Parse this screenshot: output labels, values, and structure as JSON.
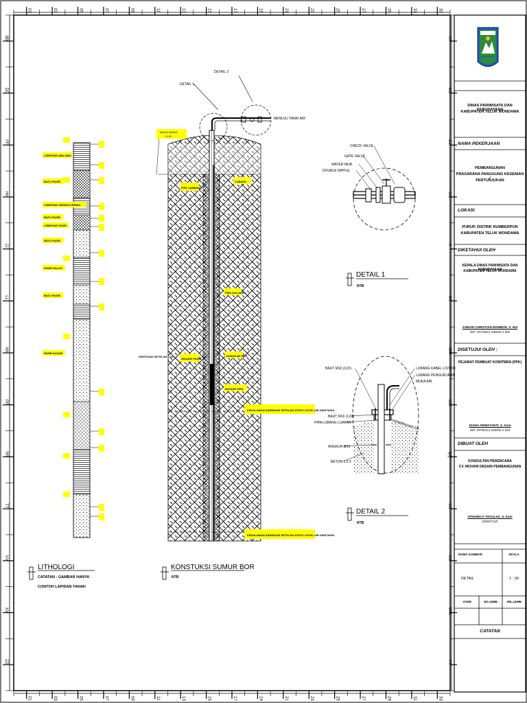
{
  "ruler": {
    "top": [
      "01",
      "03",
      "05",
      "07",
      "09",
      "11",
      "13",
      "15",
      "17",
      "19",
      "21",
      "23",
      "25",
      "27",
      "29",
      "31",
      "33"
    ],
    "left": [
      "BB",
      "DD",
      "FF",
      "HH",
      "JJ",
      "LL",
      "NN",
      "PP",
      "RR",
      "TT",
      "VV",
      "XX",
      "ZZ"
    ],
    "right": [
      "AA",
      "CC",
      "EE",
      "GG",
      "II",
      "KK",
      "MM",
      "OO",
      "QQ",
      "SS",
      "UU",
      "WW",
      "YY"
    ]
  },
  "lithologi": {
    "title": "LITHOLOGI",
    "note_line1": "CATATAN : GAMBAR HANYA",
    "note_line2": "CONTOH LAPISAN TANAH",
    "labels": [
      "LEMPUNG ABU-ABU",
      "BATU PASIR",
      "LEMPUNG SISIPAN KERIKIL",
      "BATU PASIR",
      "LEMPUNG PASIR",
      "BATU PASIR",
      "PASIR HALUS",
      "BATU PASIR",
      "PASIR KASAR"
    ]
  },
  "konstruksi": {
    "title": "KONSTUKSI SUMUR BOR",
    "ntb": "NTB",
    "detail1_label": "DETAIL 1",
    "detail2_label": "DETAIL 2",
    "menuju": "MENUJU TANKI AIR",
    "callouts": [
      "PIPA JAMBANG",
      "LUBANG",
      "PIPA GALVANIS",
      "DIKASIH PASIR",
      "DUDUKAN PIPA",
      "BATANG PIPA"
    ],
    "note1": "KEDALAMAN SARINGAN SETELAH STATIC LEVEL AIR DIKETAHUI",
    "note2": "KEDALAMAN SARINGAN SETELAH STATIC LEVEL AIR DIKETAHUI"
  },
  "detail1": {
    "title": "DETAIL 1",
    "ntb": "NTB",
    "labels": [
      "CHECK VALVE",
      "GATE VALVE",
      "WATER MUR",
      "DOUBLE NIPPLE"
    ]
  },
  "detail2": {
    "title": "DETAIL 2",
    "ntb": "NTB",
    "labels": [
      "BAUT M16 (12X)",
      "LUBANG KABEL LISTRIK",
      "LUBANG PENGUKURAN",
      "MUKA AIR",
      "BAUT M16 (12X)",
      "PIPA LUBANG LUAPAN",
      "ANGKUR Ø10",
      "BETON 1:2:3",
      "KEMIRINGAN 5%"
    ]
  },
  "titleblock": {
    "agency_line1": "DINAS PARIWISATA DAN KEBUDAYAAN",
    "agency_line2": "KABUPATEN TELUK WONDAMA",
    "nama_pekerjaan_label": "NAMA PEKERJAAN",
    "pekerjaan_line1": "PEMBANGUNAN",
    "pekerjaan_line2": "PRASARANA PANGGUNG KESENIAN /",
    "pekerjaan_line3": "PERTUNJUKAN",
    "lokasi_label": "LOKASI",
    "lokasi_line1": "PURUP, DISTRIK RUMBERPON",
    "lokasi_line2": "KABUPATEN TELUK WONDAMA",
    "diketahui_label": "DIKETAHUI OLEH",
    "diketahui_line1": "KEPALA DINAS PARIWISATA DAN KEBUDAYAAN",
    "diketahui_line2": "KABUPATEN TELUK WONDAMA",
    "diketahui_name": "SABARI CHRISTIAN MAMBOR, S. Hut",
    "diketahui_nip": "NIP. 19710621 200003 1 002",
    "disetujui_label": "DISETUJUI OLEH :",
    "disetujui_line1": "PEJABAT PEMBUAT KOMITMEN (PPK)",
    "disetujui_name": "DIANA ARIMAYANTI, S. Kom",
    "disetujui_nip": "NIP. 19790312 200502 2 003",
    "dibuat_label": "DIBUAT OLEH",
    "dibuat_line1": "KONSULTAN PERENCANA",
    "dibuat_line2": "CV. MOVANI DESAIN PEMBANGUNAN",
    "dibuat_name": "ATHONIO F. PATULAK, S. Kom",
    "dibuat_role": "DIREKTUR",
    "nama_gambar_label": "NAMA GAMBAR",
    "skala_label": "SKALA",
    "nama_gambar_value": "DETAIL",
    "skala_value": "1 : 30",
    "kode_label": "KODE",
    "no_lembar_label": "NO.LEMB.",
    "jml_lembar_label": "JML.LEMB.",
    "catatan_label": "CATATAN"
  },
  "colors": {
    "line": "#000000",
    "highlight": "#ffff00",
    "logo_blue": "#1e5fb4",
    "logo_green": "#2e8b3a"
  }
}
